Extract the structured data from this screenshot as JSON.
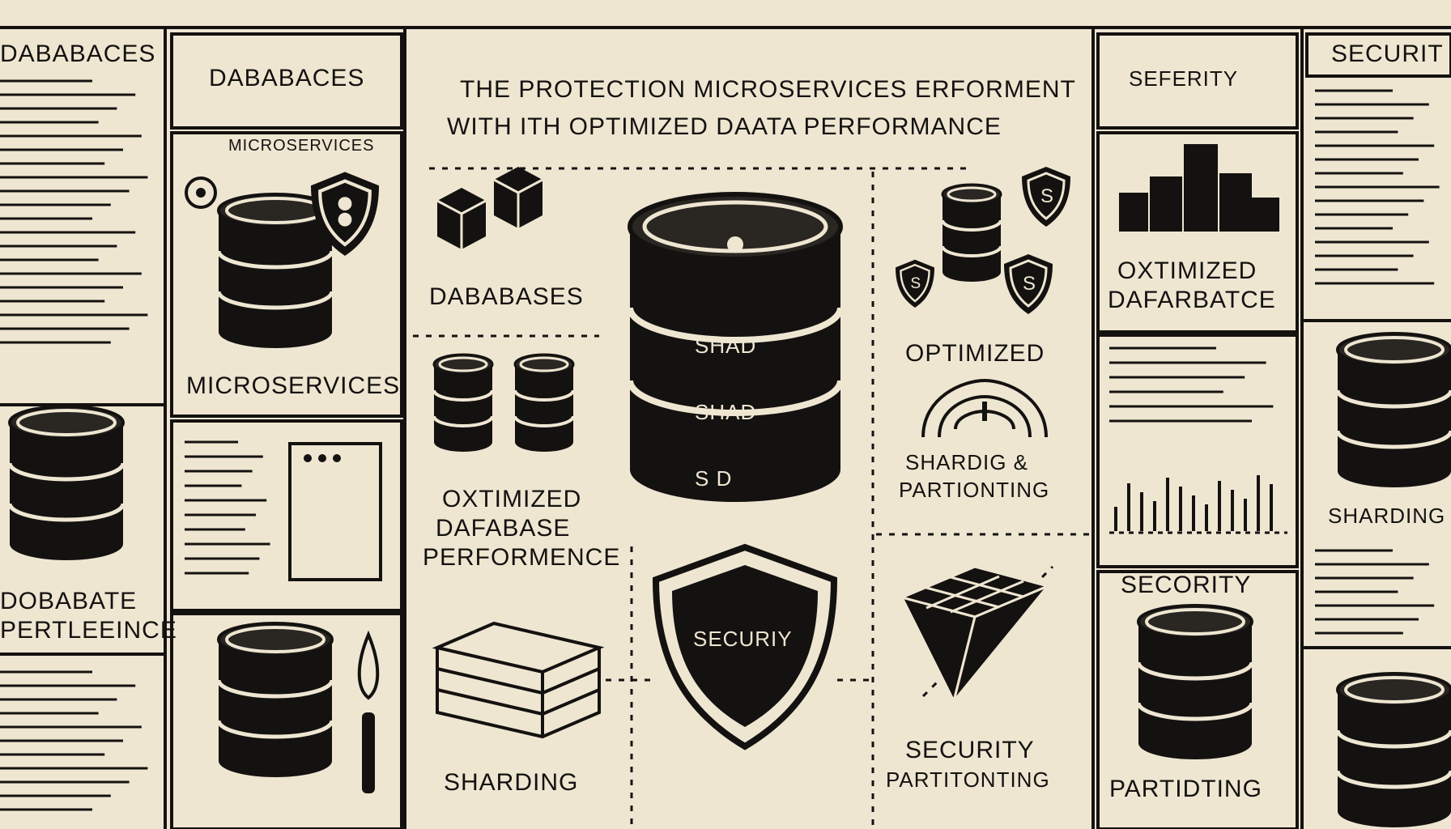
{
  "title": {
    "line1": "THE PROTECTION   MICROSERVICES ERFORMENT",
    "line2": "WITH ITH OPTIMIZED DAATA PERFORMANCE"
  },
  "left_col": {
    "top_label": "DABABACES",
    "bottom_label_1": "DOBABATE",
    "bottom_label_2": "PERTLEEINCE"
  },
  "col2": {
    "header": "DABABACES",
    "micro_small": "MICROSERVICES",
    "micro_big": "MICROSERVICES"
  },
  "center": {
    "databases": "DABABASES",
    "optimized_1": "OXTIMIZED",
    "optimized_2": "DAFABASE",
    "optimized_3": "PERFORMENCE",
    "sharding": "SHARDING",
    "shard_1": "SHAD",
    "shard_2": "SHAD",
    "shard_3": "S  D",
    "security_badge": "SECURIY"
  },
  "col4": {
    "shield_letter": "S",
    "optimized": "OPTIMIZED",
    "sharding_1": "SHARDIG &",
    "sharding_2": "PARTIONTING",
    "security_1": "SECURITY",
    "security_2": "PARTITONTING"
  },
  "col5": {
    "header": "SEFERITY",
    "optimized_1": "OXTIMIZED",
    "optimized_2": "DAFARBATCE",
    "security": "SECORITY",
    "partiding": "PARTIDTING"
  },
  "right_col": {
    "top_label": "SECURIT",
    "sharding": "SHARDING"
  },
  "colors": {
    "paper": "#efe6d2",
    "ink": "#141210",
    "panel": "#f3ebd9"
  }
}
